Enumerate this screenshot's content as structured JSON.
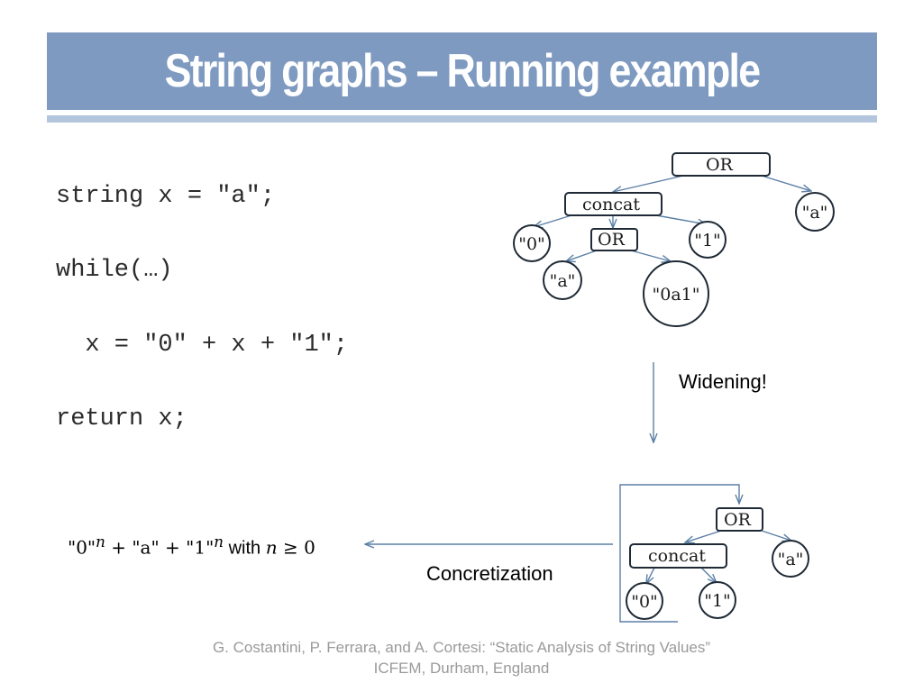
{
  "slide": {
    "title": "String graphs – Running example"
  },
  "code": {
    "line1": "string x = \"a\";",
    "line2": "while(…)",
    "line3": "  x = \"0\" + x + \"1\";",
    "line4": "return x;"
  },
  "top_graph": {
    "root": "OR",
    "concat": "concat",
    "right_leaf": "\"a\"",
    "zero": "\"0\"",
    "inner_or": "OR",
    "one": "\"1\"",
    "inner_a": "\"a\"",
    "inner_0a1": "\"0a1\""
  },
  "widening_label": "Widening!",
  "bottom_graph": {
    "root": "OR",
    "concat": "concat",
    "right_leaf": "\"a\"",
    "zero": "\"0\"",
    "one": "\"1\""
  },
  "concretization_label": "Concretization",
  "formula": {
    "part1": "\"0\"",
    "exp1": "n",
    "plus1": " + ",
    "part2": "\"a\"",
    "plus2": " + ",
    "part3": "\"1\"",
    "exp2": "n",
    "with": " with ",
    "var": "n",
    "rel": " ≥ 0"
  },
  "footer": {
    "line1": "G. Costantini, P. Ferrara, and A. Cortesi: “Static Analysis of String Values”",
    "line2": "ICFEM, Durham, England"
  },
  "colors": {
    "title_bar": "#7f9ac0",
    "title_rule": "#b4c6de",
    "arrow": "#5b7fa6",
    "node_border": "#1f2a36"
  }
}
